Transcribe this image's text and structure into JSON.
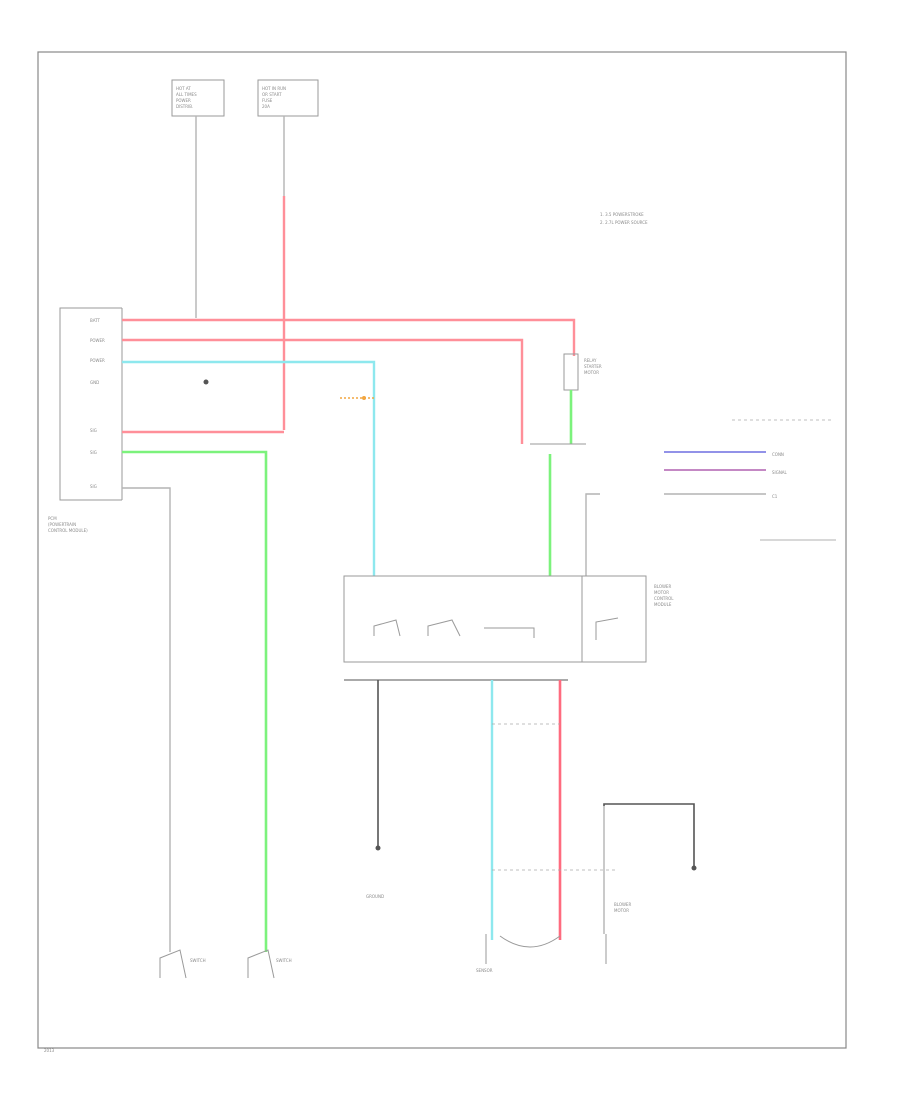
{
  "diagram": {
    "corner_label": "2013",
    "legend": [
      "1. 3.5 POWERSTROKE",
      "2. 2.7L POWER SOURCE"
    ],
    "top_left_box": [
      "HOT AT",
      "ALL TIMES",
      "POWER",
      "DISTRIB."
    ],
    "top_right_box": [
      "HOT IN RUN",
      "OR START",
      "FUSE",
      "20A"
    ],
    "pcm_pins": [
      "BATT",
      "POWER",
      "POWER",
      "GND",
      "SIG",
      "SIG",
      "SIG"
    ],
    "pcm_label": [
      "PCM",
      "(POWERTRAIN",
      "CONTROL MODULE)"
    ],
    "relay_label": [
      "RELAY",
      "STARTER",
      "MOTOR"
    ],
    "right_labels": [
      "CONN",
      "SIGNAL",
      "C1"
    ],
    "module_label": [
      "BLOWER",
      "MOTOR",
      "CONTROL",
      "MODULE"
    ],
    "bottom_labels": [
      "GROUND",
      "SWITCH",
      "SWITCH",
      "SENSOR"
    ],
    "bottom_right_label": [
      "BLOWER",
      "MOTOR"
    ]
  }
}
